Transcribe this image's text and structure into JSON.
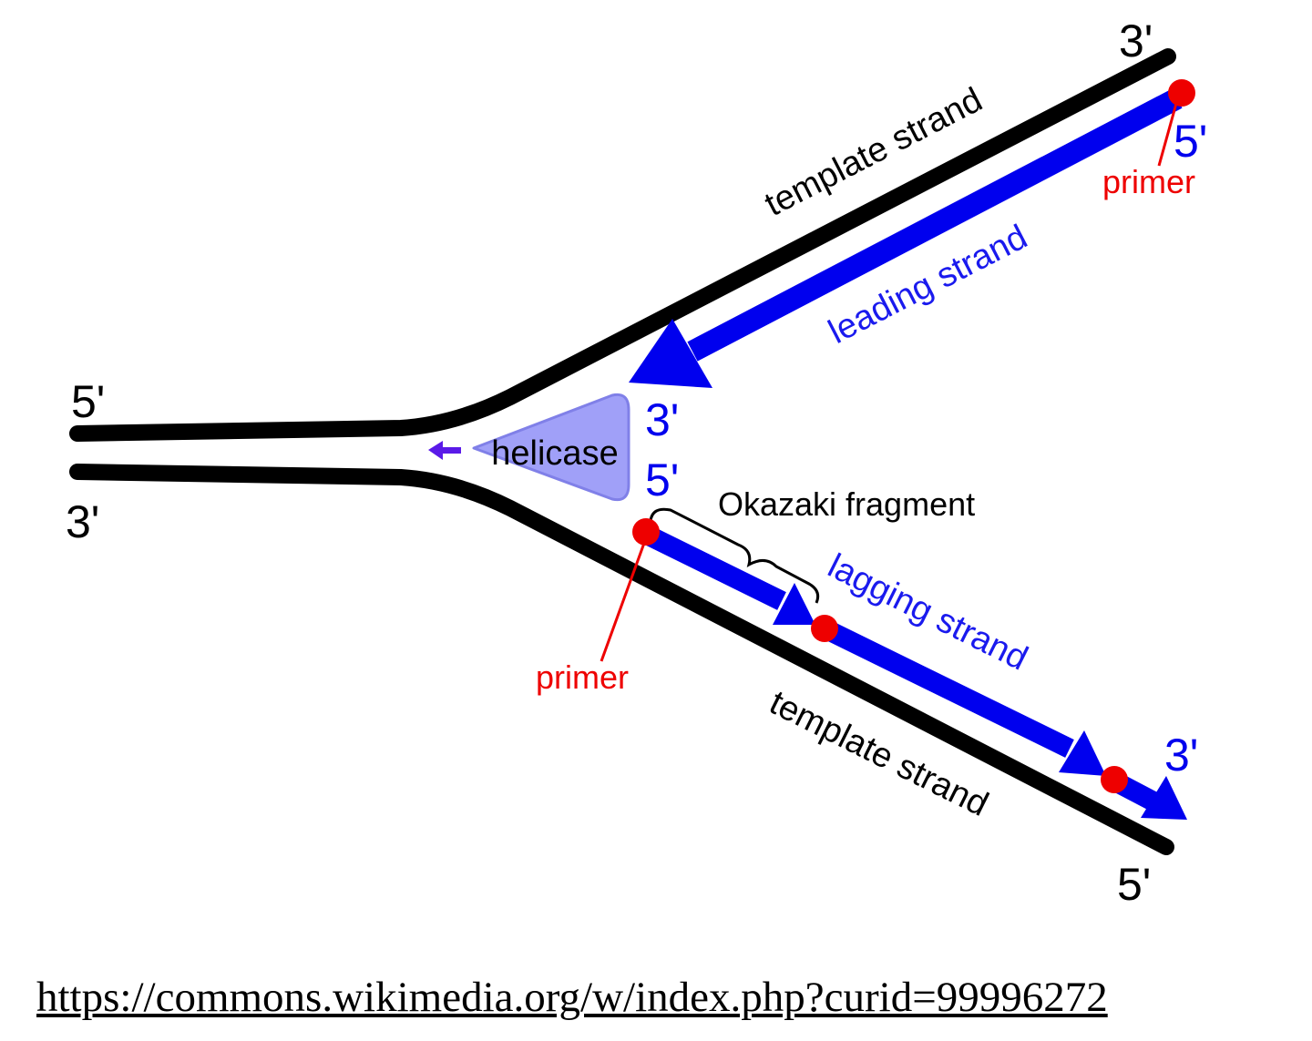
{
  "diagram": {
    "labels": {
      "top_left_end": "5'",
      "bottom_left_end": "3'",
      "top_right_end": "3'",
      "bottom_right_end": "5'",
      "leading_5prime": "5'",
      "leading_3prime": "3'",
      "lagging_5prime": "5'",
      "lagging_3prime": "3'",
      "template_strand_top": "template strand",
      "template_strand_bottom": "template strand",
      "leading_strand": "leading strand",
      "lagging_strand": "lagging strand",
      "primer_top": "primer",
      "primer_bottom": "primer",
      "okazaki_fragment": "Okazaki fragment",
      "helicase": "helicase"
    },
    "colors": {
      "template": "#000000",
      "new_strand": "#0000ee",
      "primer": "#ee0000",
      "helicase_fill": "#a0a0f8",
      "helicase_stroke": "#8080e8",
      "helicase_arrow": "#5a1ae8"
    }
  },
  "source": {
    "url_text": "https://commons.wikimedia.org/w/index.php?curid=99996272"
  }
}
